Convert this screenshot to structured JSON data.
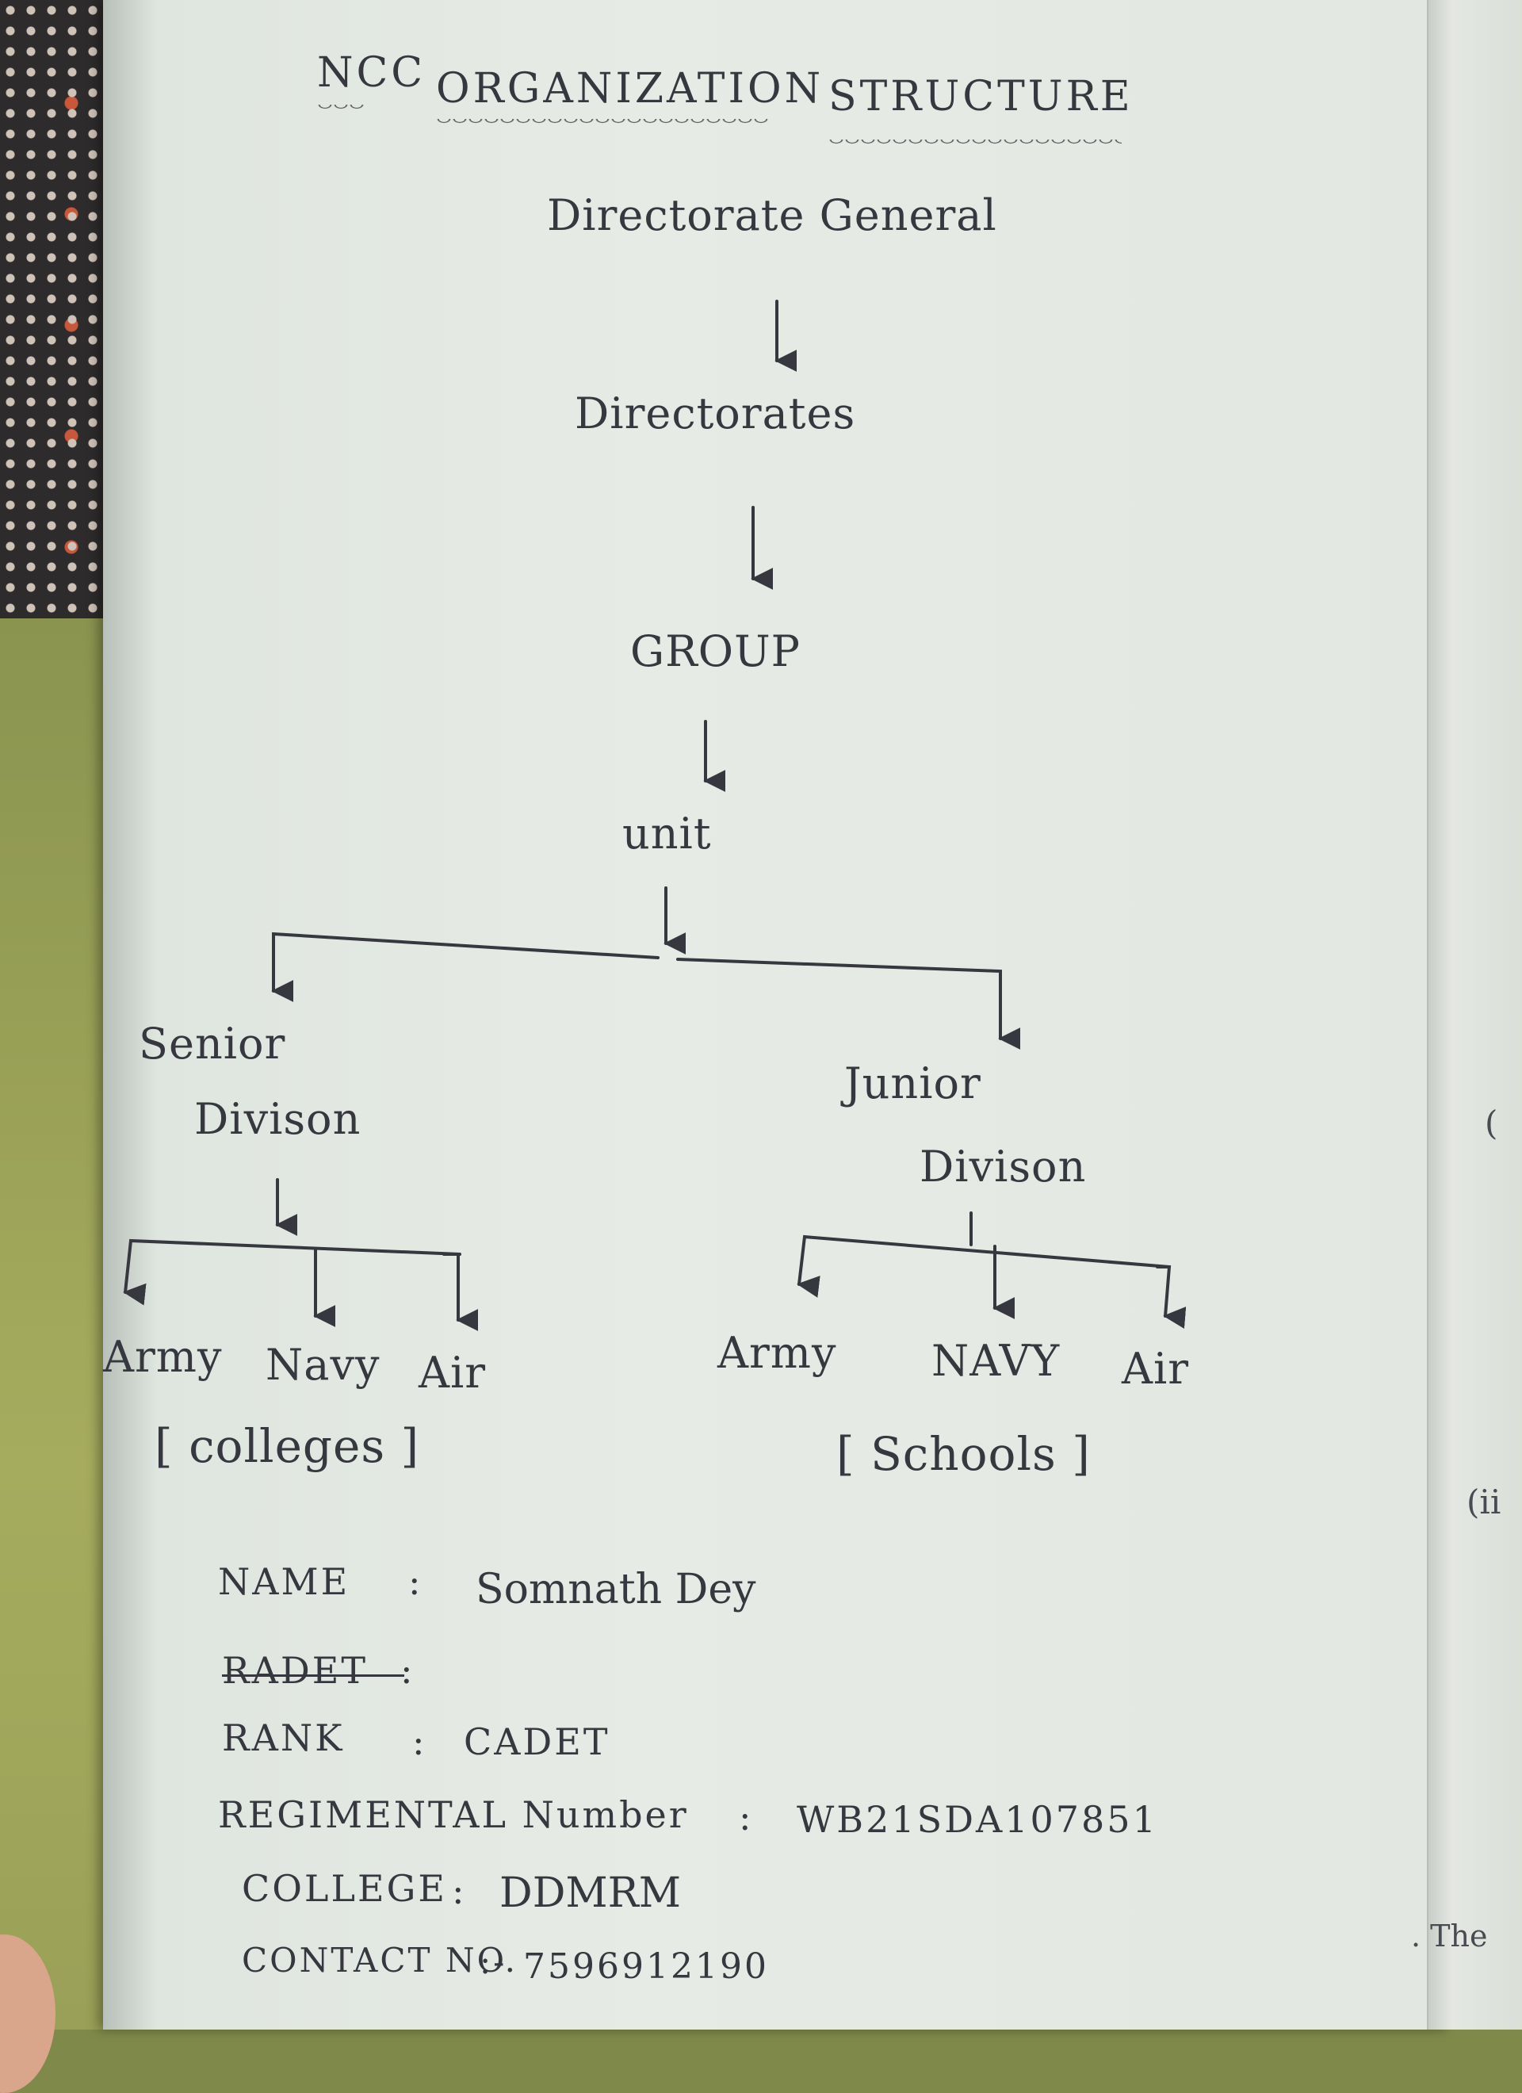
{
  "title": {
    "prefix": "NCC",
    "part1": "ORGANIZATION",
    "part2": "STRUCTURE"
  },
  "nodes": {
    "directorate_general": "Directorate General",
    "directorates": "Directorates",
    "group": "GROUP",
    "unit": "unit",
    "senior_line1": "Senior",
    "senior_line2": "Divison",
    "junior_line1": "Junior",
    "junior_line2": "Divison",
    "senior_army": "Army",
    "senior_navy": "Navy",
    "senior_air": "Air",
    "junior_army": "Army",
    "junior_navy": "NAVY",
    "junior_air": "Air",
    "colleges": "[ colleges ]",
    "schools": "[ Schools ]"
  },
  "details": {
    "name_label": "NAME",
    "name_sep": ":",
    "name_value": "Somnath Dey",
    "struck_label": "RADET",
    "struck_sep": ":",
    "rank_label": "RANK",
    "rank_sep": ":",
    "rank_value": "CADET",
    "regimental_label": "REGIMENTAL Number",
    "regimental_sep": ":",
    "regimental_value": "WB21SDA107851",
    "college_label": "COLLEGE",
    "college_sep": ":",
    "college_value": "DDMRM",
    "contact_label": "CONTACT NO.",
    "contact_sep": ":-",
    "contact_value": "7596912190"
  },
  "edge_marks": {
    "paren_top": "(",
    "paren_mid": "(ii",
    "bottom": ". The"
  },
  "colors": {
    "ink": "#37373f",
    "paper": "#e5e9e3"
  }
}
